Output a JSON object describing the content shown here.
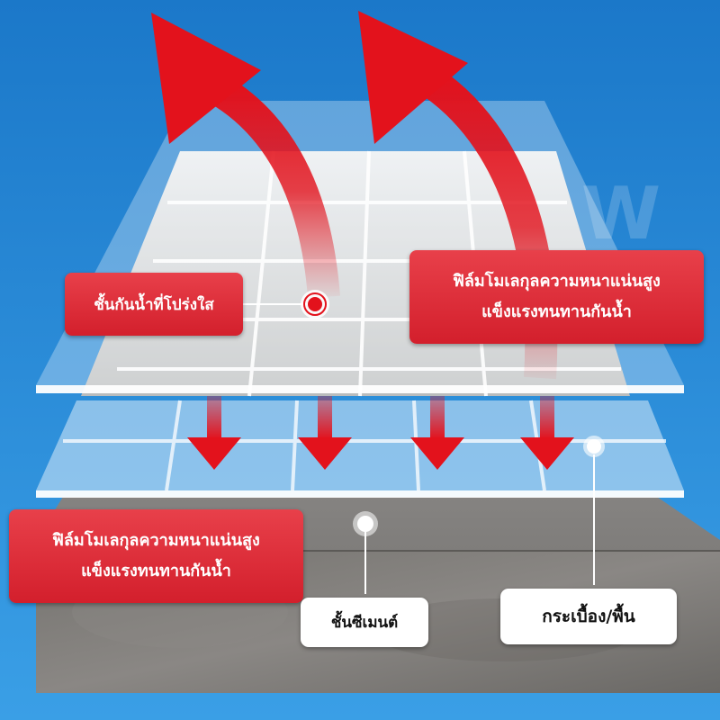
{
  "labels": {
    "transparent_layer": "ชั้นกันน้ำที่โปร่งใส",
    "film_top_line1": "ฟิล์มโมเลกุลความหนาแน่นสูง",
    "film_top_line2": "แข็งแรงทนทานกันน้ำ",
    "film_bottom_line1": "ฟิล์มโมเลกุลความหนาแน่นสูง",
    "film_bottom_line2": "แข็งแรงทนทานกันน้ำ",
    "cement_layer": "ชั้นซีเมนต์",
    "tile_floor": "กระเบื้อง/พื้น"
  },
  "colors": {
    "background_top": "#1e7fcf",
    "background_bottom": "#3aa0e8",
    "arrow_red": "#e3121c",
    "label_red": "#d92330",
    "cement": "#7d7b78"
  },
  "icons": {
    "up_arrows": "curved-up-arrow",
    "down_arrows": "down-arrow",
    "markers": "circle-marker"
  }
}
